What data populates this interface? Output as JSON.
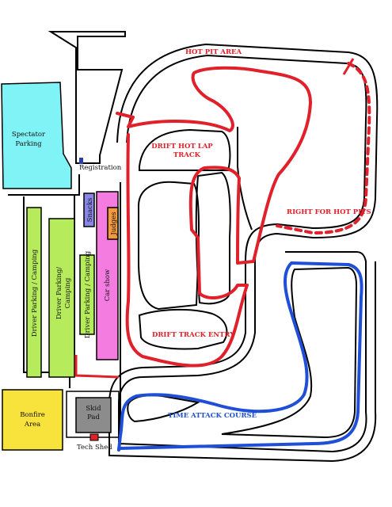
{
  "labels": {
    "spectator_parking": [
      "Spectator",
      "Parking"
    ],
    "registration": "Registration",
    "snacks": "Snacks",
    "judges": "Judges",
    "car_show": "Car show",
    "driver_parking_camping_1": "Driver Parking / Camping",
    "driver_parking_camping_2": [
      "Driver Parking/",
      "Camping"
    ],
    "driver_parking_camping_3": "Driver Parking / Camping",
    "bonfire_area": [
      "Bonfire",
      "Area"
    ],
    "skid_pad": [
      "Skid",
      "Pad"
    ],
    "tech_shed": "Tech Shed",
    "hot_pit_area": "HOT PIT AREA",
    "drift_hot_lap_track": [
      "DRIFT HOT LAP",
      "TRACK"
    ],
    "right_for_hot_pits": "RIGHT FOR HOT PITS",
    "drift_track_entry": "DRIFT TRACK ENTRY",
    "time_attack_course": "TIME ATTACK COURSE"
  },
  "colors": {
    "spectator_parking": "#7ff3f5",
    "driver_parking": "#b6ec5c",
    "snacks": "#8a86e8",
    "judges": "#f59a3c",
    "car_show": "#f47ce0",
    "bonfire": "#f8e23c",
    "skid_pad": "#8c8c8c",
    "tech_shed": "#e0202a",
    "registration": "#2a3ea8",
    "drift_route": "#e0202a",
    "time_attack_route": "#1f4fd6"
  }
}
